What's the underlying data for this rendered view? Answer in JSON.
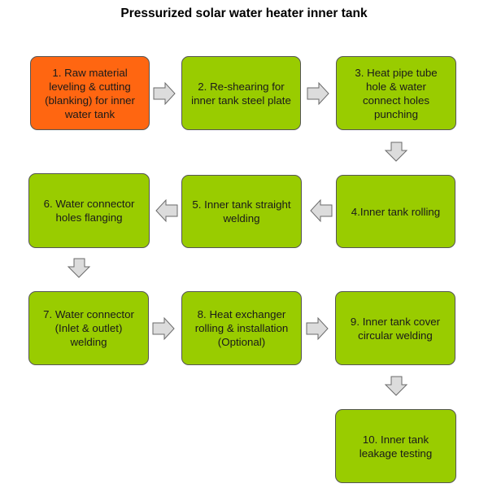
{
  "title": "Pressurized solar water heater inner tank",
  "colors": {
    "step_default": "#99cc00",
    "step_highlight": "#ff6611",
    "arrow_fill": "#dcdcdc",
    "arrow_stroke": "#6a6a6a"
  },
  "steps": [
    {
      "label": "1. Raw material\nleveling & cutting\n(blanking) for inner\nwater tank",
      "highlight": true
    },
    {
      "label": "2. Re-shearing for\ninner tank steel plate"
    },
    {
      "label": "3. Heat pipe tube\nhole & water\nconnect holes\npunching"
    },
    {
      "label": "4.Inner tank rolling"
    },
    {
      "label": "5. Inner tank straight\nwelding"
    },
    {
      "label": "6. Water connector\nholes flanging"
    },
    {
      "label": "7. Water connector\n(Inlet & outlet)\nwelding"
    },
    {
      "label": "8. Heat exchanger\nrolling & installation\n(Optional)"
    },
    {
      "label": "9. Inner tank cover\ncircular welding"
    },
    {
      "label": "10. Inner tank\nleakage testing"
    }
  ]
}
